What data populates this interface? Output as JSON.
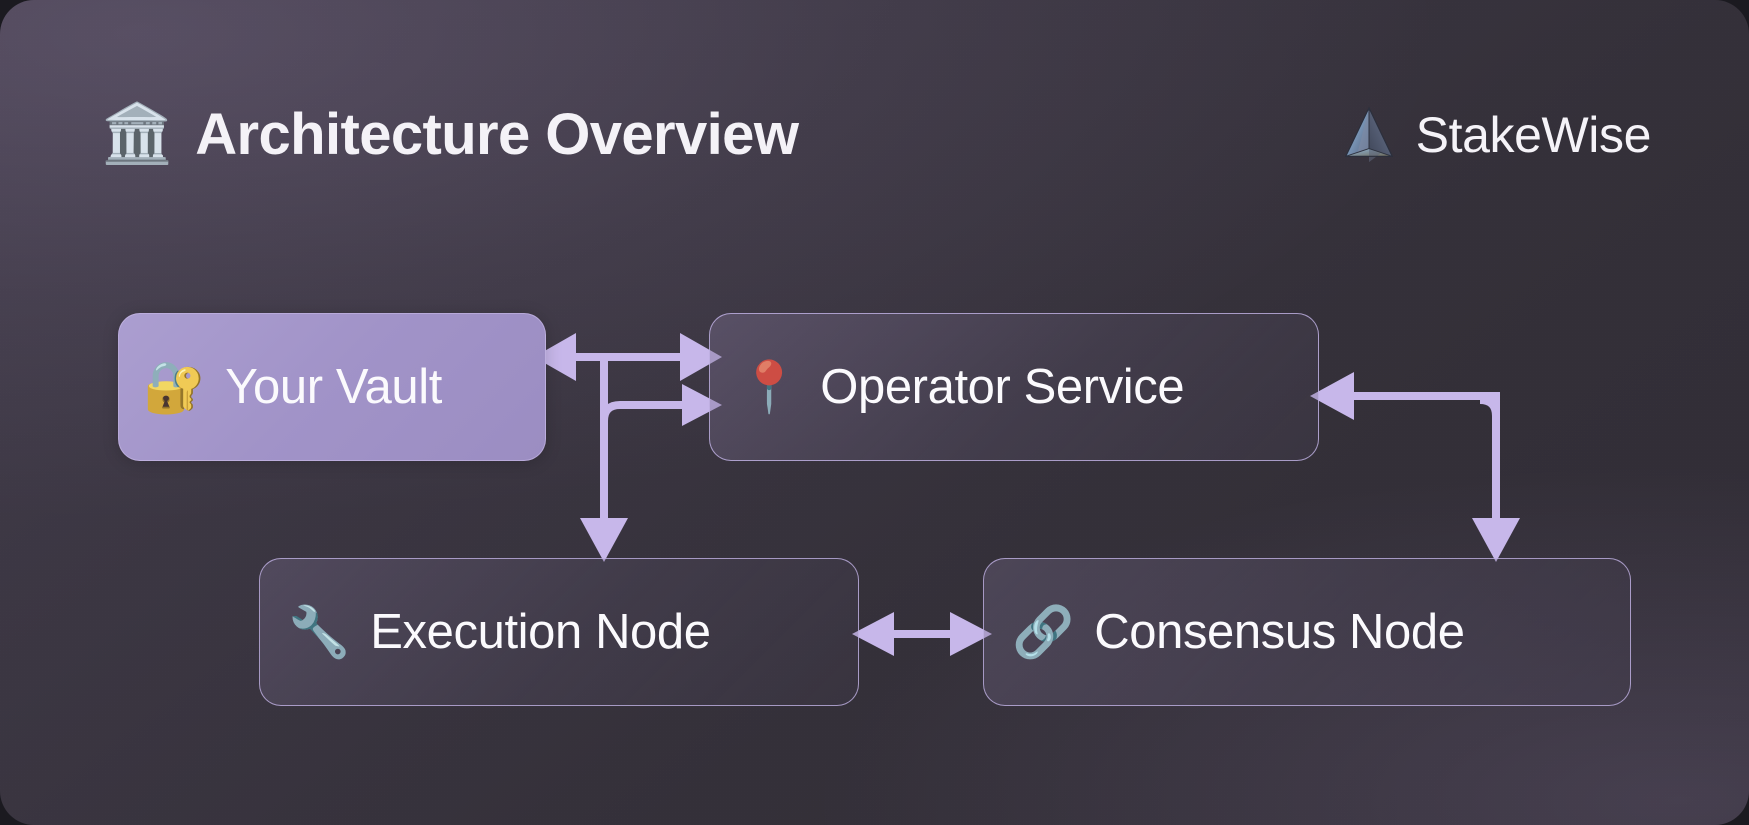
{
  "header": {
    "emoji": "🏛️",
    "emoji_name": "classical-building-icon",
    "title": "Architecture Overview"
  },
  "brand": {
    "logo_name": "stakewise-pyramid-logo",
    "name": "StakeWise"
  },
  "theme": {
    "card_background": "#3b3642",
    "accent": "#c4b5e8",
    "node_fill_active": "#a193c8",
    "node_border": "#c4b5e8",
    "text": "#fbfafd"
  },
  "diagram": {
    "type": "architecture-flow",
    "nodes": [
      {
        "id": "vault",
        "emoji": "🔐",
        "emoji_name": "vault-safe-icon",
        "label": "Your Vault",
        "highlighted": true
      },
      {
        "id": "operator",
        "emoji": "📍",
        "emoji_name": "location-pin-icon",
        "label": "Operator Service",
        "highlighted": false
      },
      {
        "id": "execution",
        "emoji": "🔧",
        "emoji_name": "wrench-icon",
        "label": "Execution Node",
        "highlighted": false
      },
      {
        "id": "consensus",
        "emoji": "🔗",
        "emoji_name": "chain-link-icon",
        "label": "Consensus Node",
        "highlighted": false
      }
    ],
    "edges": [
      {
        "from": "operator",
        "to": "vault",
        "direction": "bidirectional"
      },
      {
        "from": "operator",
        "to": "execution",
        "direction": "forward"
      },
      {
        "from": "execution",
        "to": "operator",
        "direction": "forward"
      },
      {
        "from": "operator",
        "to": "consensus",
        "direction": "forward"
      },
      {
        "from": "consensus",
        "to": "operator",
        "direction": "forward"
      },
      {
        "from": "execution",
        "to": "consensus",
        "direction": "bidirectional"
      }
    ]
  }
}
